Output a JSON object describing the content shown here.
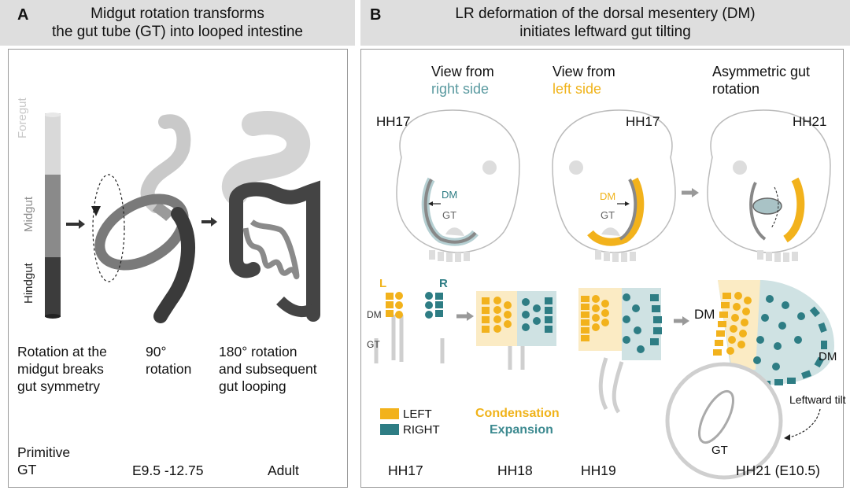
{
  "panel_a": {
    "letter": "A",
    "title_line1": "Midgut rotation transforms",
    "title_line2": "the gut tube (GT) into looped intestine",
    "tube_labels": [
      "Foregut",
      "Midgut",
      "Hindgut"
    ],
    "captions": [
      [
        "Rotation at the",
        "midgut breaks",
        "gut symmetry"
      ],
      [
        "90°",
        "rotation"
      ],
      [
        "180° rotation",
        "and subsequent",
        "gut looping"
      ]
    ],
    "stages": {
      "primitive_1": "Primitive",
      "primitive_2": "GT",
      "mid": "E9.5 -12.75",
      "adult": "Adult"
    }
  },
  "panel_b": {
    "letter": "B",
    "title_line1": "LR deformation of the dorsal mesentery (DM)",
    "title_line2": "initiates leftward gut tilting",
    "view1": [
      "View from",
      "right side"
    ],
    "view2": [
      "View from",
      "left side"
    ],
    "view3": [
      "Asymmetric gut",
      "rotation"
    ],
    "stage_top": [
      "HH17",
      "HH17",
      "HH21"
    ],
    "dm": "DM",
    "gt": "GT",
    "l": "L",
    "r": "R",
    "legend_left": "LEFT",
    "legend_right": "RIGHT",
    "condensation": "Condensation",
    "expansion": "Expansion",
    "leftward_tilt": "Leftward tilt",
    "stage_bottom": [
      "HH17",
      "HH18",
      "HH19",
      "HH21 (E10.5)"
    ]
  },
  "colors": {
    "left": "#f2b21c",
    "right": "#2e7d84",
    "right_text": "#5a9aa0",
    "left_text": "#f0b31a",
    "header_bg": "#dedede"
  }
}
